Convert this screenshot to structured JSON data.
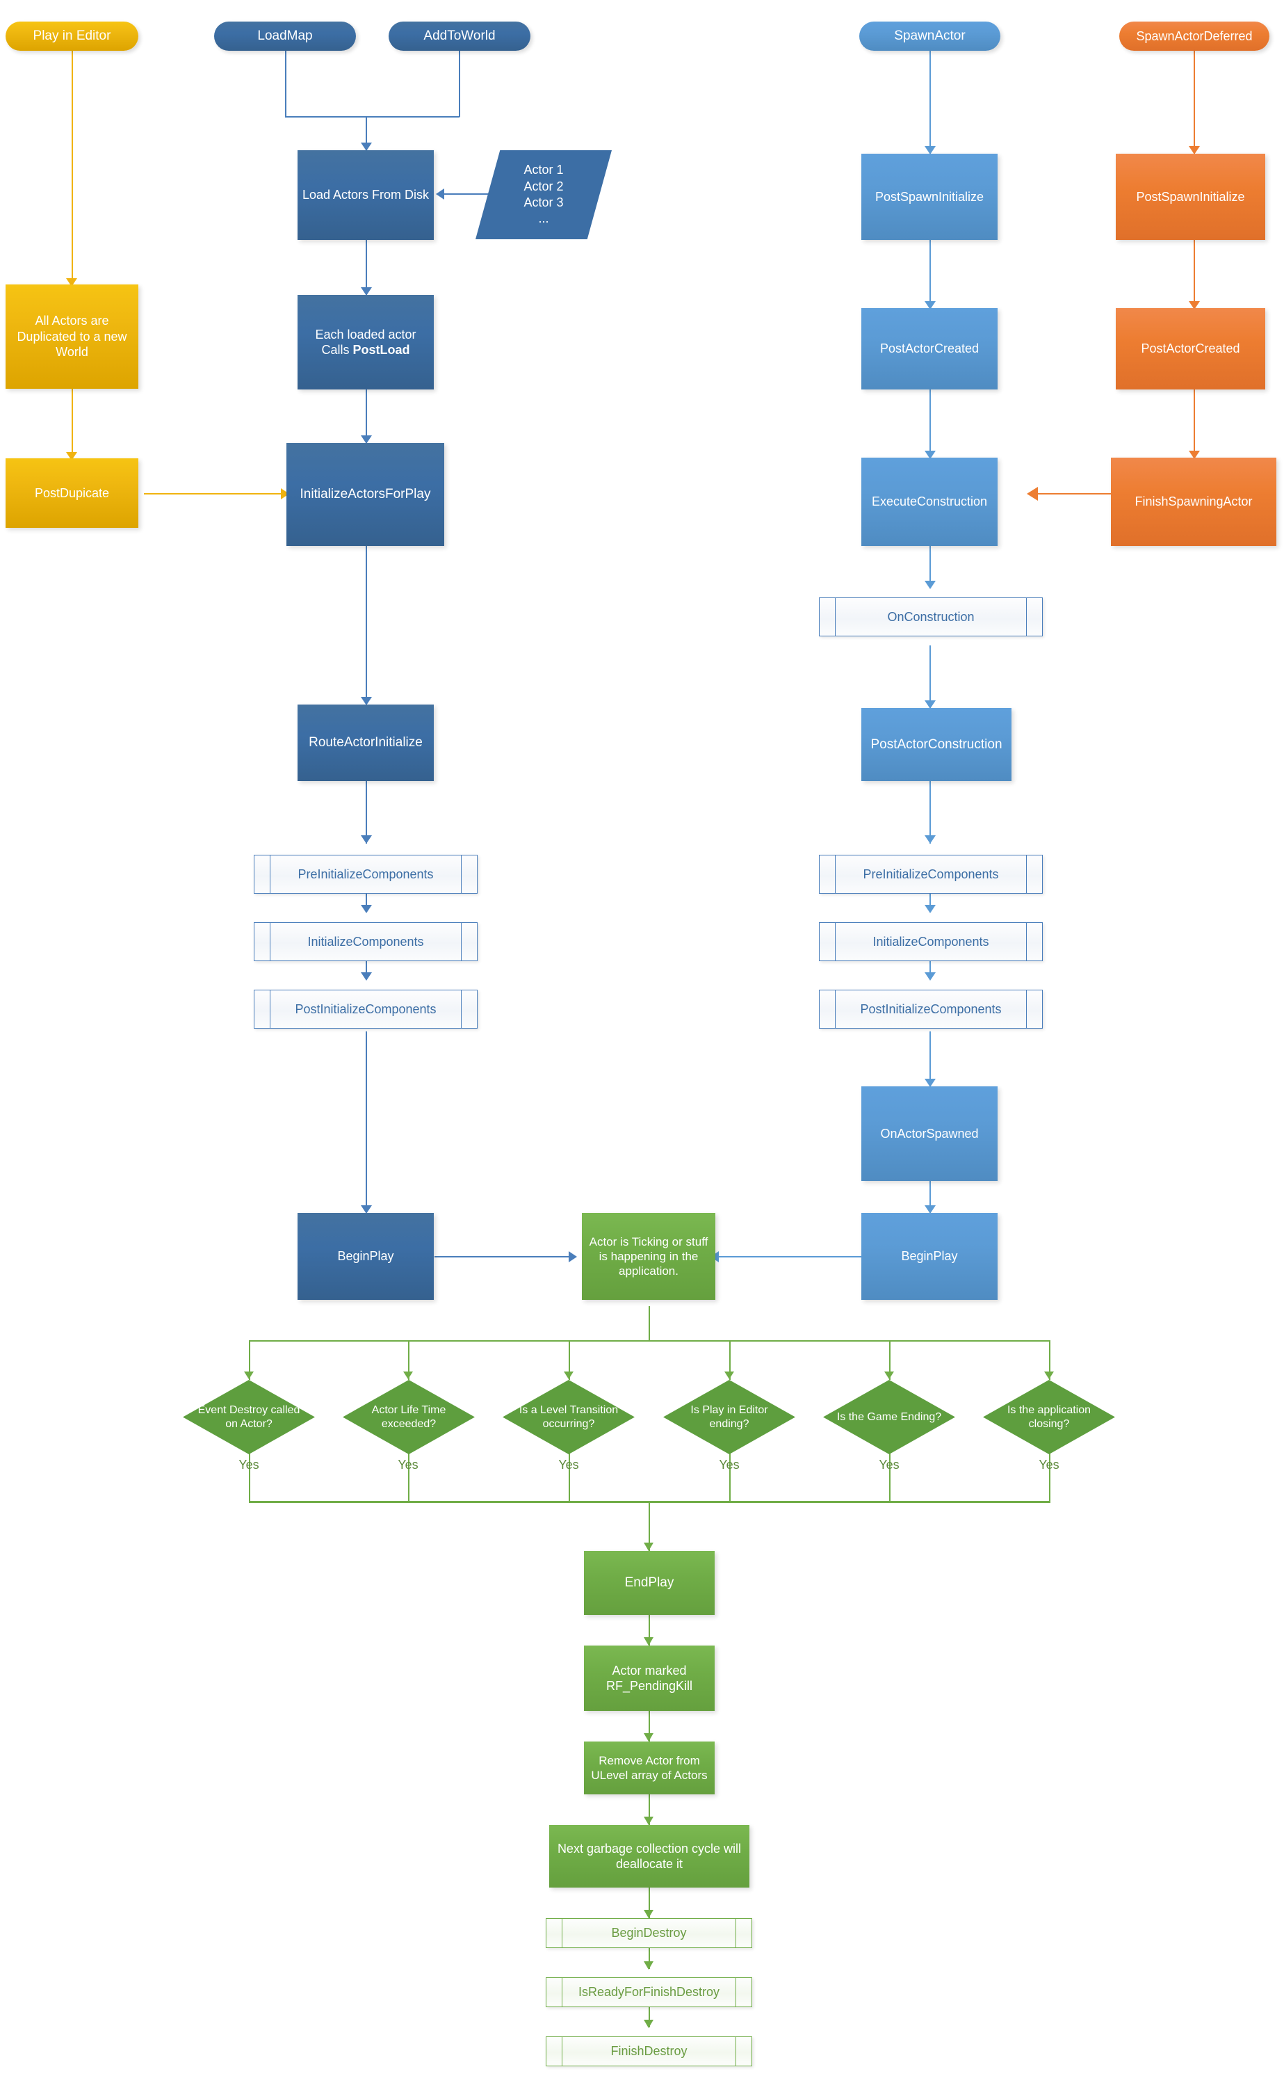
{
  "diagram": {
    "title": "Unreal Engine Actor Lifecycle Flowchart",
    "colors": {
      "dark_blue": "#3C6EA5",
      "mid_blue": "#5B9BD5",
      "gold": "#EFB810",
      "orange": "#ED7D31",
      "green": "#70AD47",
      "diamond_green": "#5E9E3E",
      "subroutine_fill": "#F4F7FB"
    }
  },
  "columns": {
    "editor": {
      "start_label": "Play in Editor",
      "nodes": [
        {
          "label": "All Actors are Duplicated to a new World"
        },
        {
          "label": "PostDupicate"
        }
      ]
    },
    "load": {
      "start_labels": [
        "LoadMap",
        "AddToWorld"
      ],
      "data_node": "Actor 1\nActor 2\nActor 3\n...",
      "data_lines": [
        "Actor 1",
        "Actor 2",
        "Actor 3",
        "..."
      ],
      "nodes": [
        {
          "label": "Load Actors From Disk"
        },
        {
          "label_prefix": "Each loaded actor Calls ",
          "label_bold": "PostLoad"
        },
        {
          "label": "InitializeActorsForPlay"
        },
        {
          "label": "RouteActorInitialize"
        },
        {
          "label": "PreInitializeComponents",
          "shape": "subroutine"
        },
        {
          "label": "InitializeComponents",
          "shape": "subroutine"
        },
        {
          "label": "PostInitializeComponents",
          "shape": "subroutine"
        },
        {
          "label": "BeginPlay"
        }
      ]
    },
    "spawn": {
      "start_label": "SpawnActor",
      "nodes": [
        {
          "label": "PostSpawnInitialize"
        },
        {
          "label": "PostActorCreated"
        },
        {
          "label": "ExecuteConstruction"
        },
        {
          "label": "OnConstruction",
          "shape": "subroutine"
        },
        {
          "label": "PostActorConstruction"
        },
        {
          "label": "PreInitializeComponents",
          "shape": "subroutine"
        },
        {
          "label": "InitializeComponents",
          "shape": "subroutine"
        },
        {
          "label": "PostInitializeComponents",
          "shape": "subroutine"
        },
        {
          "label": "OnActorSpawned"
        },
        {
          "label": "BeginPlay"
        }
      ]
    },
    "deferred": {
      "start_label": "SpawnActorDeferred",
      "nodes": [
        {
          "label": "PostSpawnInitialize"
        },
        {
          "label": "PostActorCreated"
        },
        {
          "label": "FinishSpawningActor"
        }
      ]
    }
  },
  "runtime": {
    "ticking_label": "Actor is Ticking or stuff is happening in the application."
  },
  "decisions": [
    {
      "label": "Event Destroy called on Actor?",
      "answer": "Yes"
    },
    {
      "label": "Actor Life Time exceeded?",
      "answer": "Yes"
    },
    {
      "label": "Is a Level Transition occurring?",
      "answer": "Yes"
    },
    {
      "label": "Is Play in Editor ending?",
      "answer": "Yes"
    },
    {
      "label": "Is the Game Ending?",
      "answer": "Yes"
    },
    {
      "label": "Is the application closing?",
      "answer": "Yes"
    }
  ],
  "destroy": {
    "nodes": [
      {
        "label": "EndPlay"
      },
      {
        "label": "Actor marked RF_PendingKill"
      },
      {
        "label": "Remove Actor from ULevel array of Actors"
      },
      {
        "label": "Next garbage collection cycle will deallocate it"
      },
      {
        "label": "BeginDestroy",
        "shape": "subroutine"
      },
      {
        "label": "IsReadyForFinishDestroy",
        "shape": "subroutine"
      },
      {
        "label": "FinishDestroy",
        "shape": "subroutine"
      }
    ]
  }
}
